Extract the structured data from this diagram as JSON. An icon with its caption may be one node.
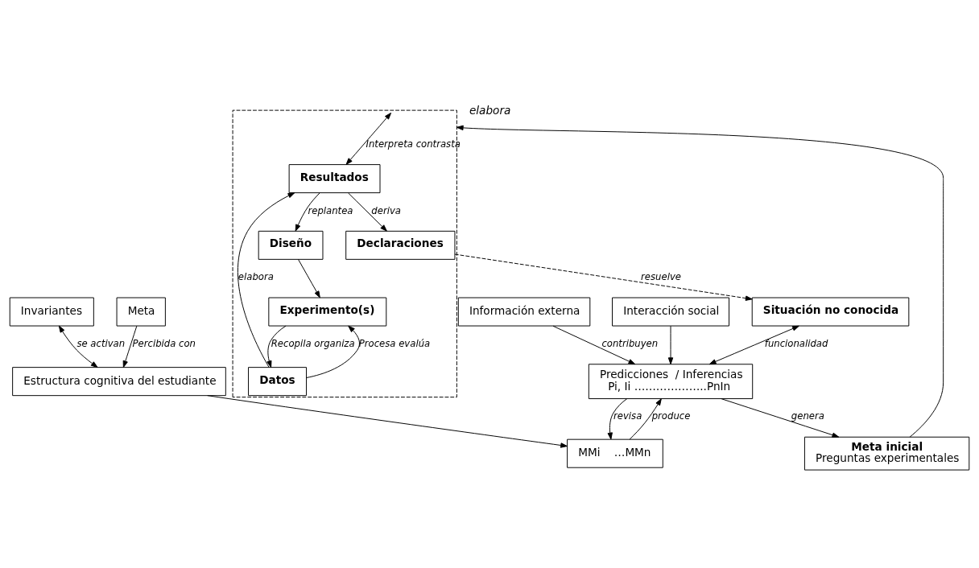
{
  "diagram": {
    "nodes": [
      {
        "text": [
          "Situación no conocida"
        ]
      },
      {
        "text": [
          "Meta"
        ]
      },
      {
        "text": [
          "Información externa"
        ]
      },
      {
        "text": [
          "Meta inicial",
          "Preguntas experimentales"
        ]
      },
      {
        "text": [
          "Predicciones  / Inferencias",
          "Pi, Ii ………………..PnIn"
        ]
      },
      {
        "text": [
          "Interacción social"
        ]
      },
      {
        "text": [],
        "shape": "box"
      },
      {
        "text": [
          "Diseño"
        ],
        "in": 6
      },
      {
        "text": [
          "Declaraciones"
        ],
        "in": 6
      },
      {
        "text": [
          "Experimento(s)"
        ],
        "in": 6
      },
      {
        "text": [
          "Datos"
        ],
        "in": 6
      },
      {
        "text": [
          "Resultados"
        ],
        "in": 6
      },
      {
        "text": [
          "MMi    …MMn"
        ]
      },
      {
        "text": [
          "Invariantes"
        ]
      },
      {
        "text": [
          "Estructura cognitiva del estudiante"
        ]
      }
    ],
    "edges": [
      {
        "from": 8,
        "to": 0,
        "arrow": "to",
        "label": "resuelve",
        "style": "dashed"
      },
      {
        "from": 0,
        "to": 4,
        "arrow": "both",
        "label": "funcionalidad"
      },
      {
        "from": 1,
        "to": 14,
        "arrow": "to",
        "label": "Percibida con"
      },
      {
        "from": 2,
        "to": 4,
        "arrow": "to",
        "label": "contribuyen"
      },
      {
        "from": 4,
        "to": 3,
        "arrow": "to",
        "label": "genera"
      },
      {
        "from": 5,
        "to": 4,
        "arrow": "to"
      },
      {
        "from": 3,
        "to": 6,
        "arrow": "to"
      },
      {
        "from": 4,
        "to": 12,
        "arrow": "to",
        "label": "revisa"
      },
      {
        "from": 12,
        "to": 4,
        "arrow": "to",
        "label": "produce"
      },
      {
        "from": 14,
        "to": 12,
        "arrow": "to"
      },
      {
        "from": 13,
        "to": 14,
        "arrow": "both",
        "label": "se activan"
      },
      {
        "from": 7,
        "to": 9,
        "arrow": "to"
      },
      {
        "from": 9,
        "to": 10,
        "arrow": "to",
        "label": "Recopila organiza"
      },
      {
        "from": 10,
        "to": 9,
        "arrow": "to",
        "label": "Procesa evalúa"
      },
      {
        "from": 10,
        "to": 11,
        "arrow": "to",
        "label": "elabora"
      },
      {
        "from": 11,
        "to": 7,
        "arrow": "to",
        "label": "replantea"
      },
      {
        "from": 11,
        "to": 8,
        "arrow": "to",
        "label": "deriva"
      },
      {
        "from": 6,
        "to": 11,
        "arrow": "both",
        "label": "Interpreta contrasta"
      }
    ],
    "labels": [
      "elabora"
    ]
  }
}
